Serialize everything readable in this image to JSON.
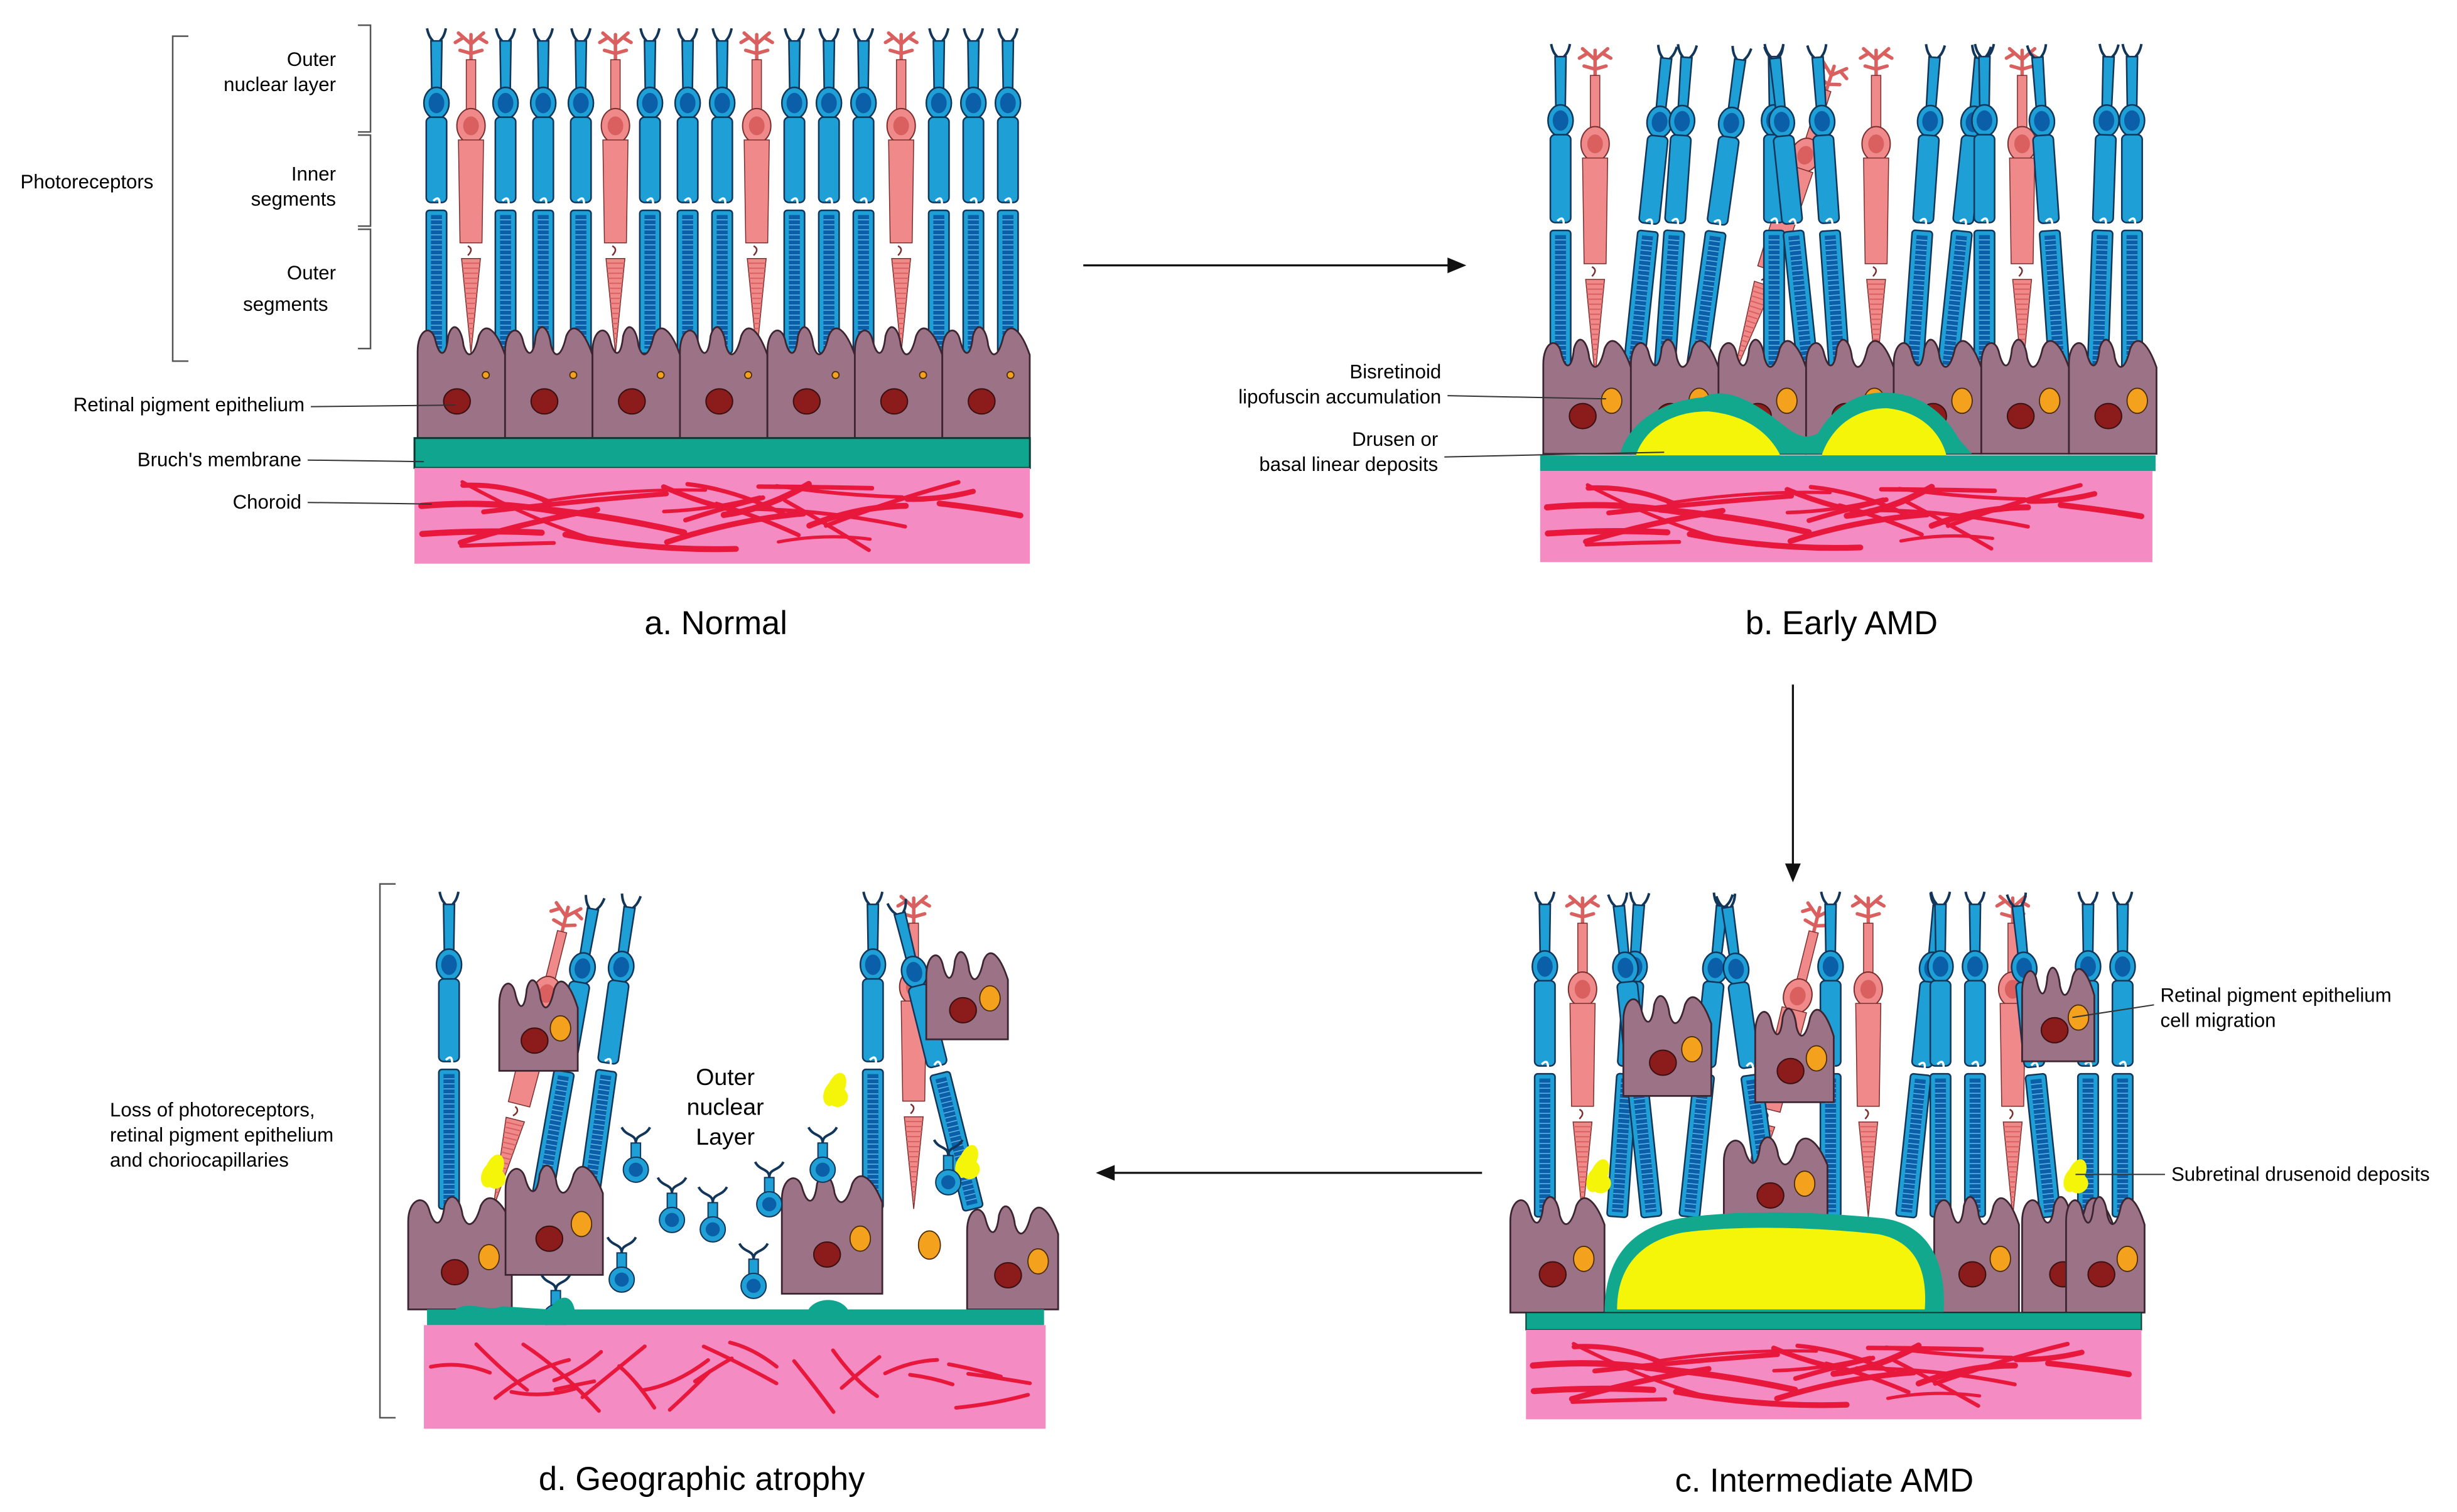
{
  "colors": {
    "rod": "#1ea0d6",
    "rod_dark": "#0b5fa8",
    "rod_stroke": "#12355a",
    "cone": "#f08a8a",
    "cone_dark": "#d9605f",
    "cone_stroke": "#7a2e2e",
    "rpe": "#9b7286",
    "rpe_nucleus": "#8c1b1b",
    "lipofuscin": "#f4a21e",
    "bruch": "#10a58f",
    "choroid": "#f58bc3",
    "vessel": "#e8173c",
    "drusen": "#f5f50a",
    "drusen_rim": "#12a88e"
  },
  "panels": {
    "a": {
      "caption": "a. Normal",
      "label_outer_nuclear_layer": [
        "Outer",
        "nuclear layer"
      ],
      "label_inner_segments": [
        "Inner",
        "segments"
      ],
      "label_outer_segments": [
        "Outer",
        "segments"
      ],
      "label_photoreceptors": "Photoreceptors",
      "label_rpe": "Retinal pigment epithelium",
      "label_bruch": "Bruch's membrane",
      "label_choroid": "Choroid"
    },
    "b": {
      "caption": "b. Early AMD",
      "label_lipofuscin": [
        "Bisretinoid",
        "lipofuscin accumulation"
      ],
      "label_drusen": [
        "Drusen or",
        "basal linear deposits"
      ]
    },
    "c": {
      "caption": "c. Intermediate AMD",
      "label_migration": [
        "Retinal pigment epithelium",
        "cell migration"
      ],
      "label_subretinal": "Subretinal drusenoid deposits"
    },
    "d": {
      "caption": "d. Geographic atrophy",
      "label_onl": [
        "Outer",
        "nuclear",
        "Layer"
      ],
      "label_loss": [
        "Loss of photoreceptors,",
        "retinal pigment epithelium",
        "and choriocapillaries"
      ]
    }
  }
}
